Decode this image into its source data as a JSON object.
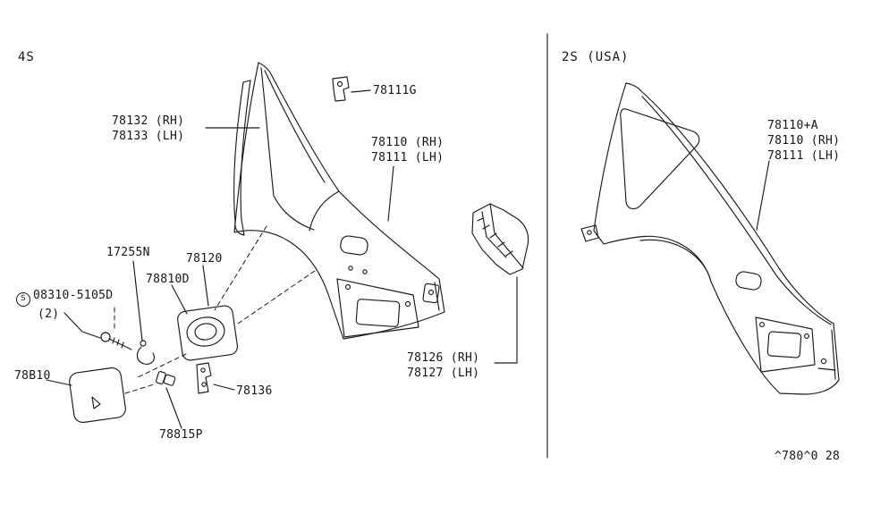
{
  "colors": {
    "ink": "#1b1b1b",
    "background": "#ffffff"
  },
  "diagram": {
    "left": {
      "section_code": "4S",
      "labels": {
        "strip_rh": "78132 (RH)",
        "strip_lh": "78133 (LH)",
        "bracket_top": "78111G",
        "panel_rh": "78110 (RH)",
        "panel_lh": "78111 (LH)",
        "clip": "17255N",
        "housing": "78120",
        "gasket": "78810D",
        "screw_symbol": "S",
        "screw": "08310-5105D",
        "screw_qty": "(2)",
        "lid": "78B10",
        "bracket_small": "78136",
        "grommet": "78815P",
        "corner_rh": "78126 (RH)",
        "corner_lh": "78127 (LH)"
      }
    },
    "right": {
      "section_code": "2S (USA)",
      "labels": {
        "panel_a": "78110+A",
        "panel_rh": "78110 (RH)",
        "panel_lh": "78111 (LH)"
      }
    },
    "footer_code": "^780^0 28"
  }
}
